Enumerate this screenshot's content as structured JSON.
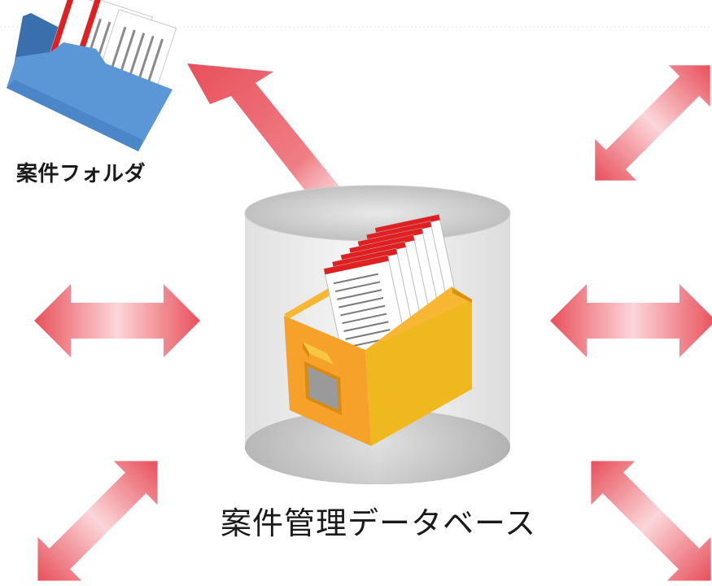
{
  "folder": {
    "label": "案件フォルダ",
    "icon": "folder-with-documents-icon"
  },
  "database": {
    "label": "案件管理データベース",
    "icon": "database-cylinder-with-file-box-icon"
  },
  "arrows": [
    "arrow-to-folder",
    "double-arrow-top-right",
    "double-arrow-mid-left",
    "double-arrow-mid-right",
    "double-arrow-bottom-left",
    "double-arrow-bottom-right"
  ],
  "colors": {
    "arrow": "#e8505b",
    "folder": "#4a86c8",
    "box": "#f5a623",
    "document_stripe": "#e02020"
  }
}
